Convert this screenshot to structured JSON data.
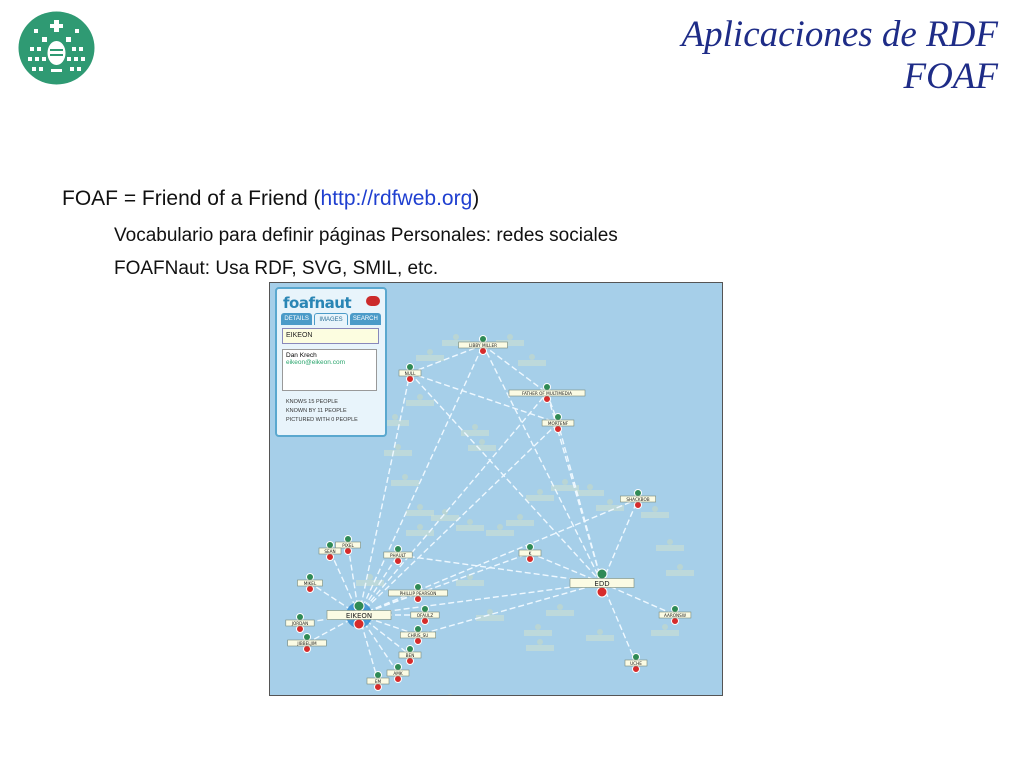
{
  "slide": {
    "title_line1": "Aplicaciones de RDF",
    "title_line2": "FOAF",
    "bullet_main_prefix": "FOAF = Friend of a Friend  (",
    "bullet_main_link": "http://rdfweb.org",
    "bullet_main_suffix": ")",
    "sub_bullets": [
      "Vocabulario para definir páginas Personales: redes sociales",
      "FOAFNaut: Usa RDF, SVG, SMIL, etc."
    ]
  },
  "foafnaut": {
    "brand": "foafnaut",
    "tabs": [
      "DETAILS",
      "IMAGES",
      "SEARCH"
    ],
    "search_value": "EIKEON",
    "person_name": "Dan Krech",
    "person_email": "eikeon@eikeon.com",
    "stats": [
      "KNOWS 15 PEOPLE",
      "KNOWN BY 11 PEOPLE",
      "PICTURED WITH 0 PEOPLE"
    ],
    "nodes": {
      "libby": "LIBBY MILLER",
      "null": "NULL",
      "father": "FATHER OF MULTIMEDIA",
      "mortenf": "MORTENF",
      "shackbr": "SHACKBOB",
      "pixel": "PIXEL",
      "sean": "SEAN",
      "phault": "PHAULT",
      "k": "K",
      "edd": "EDD",
      "mikel": "MIKEL",
      "phillip": "PHILLIP PEARSON",
      "ofaulz": "OFAULZ",
      "eikeon": "EIKEON",
      "jordan": "JORDAN",
      "jibbeljim": "JIBBELJIM",
      "chris": "CHRIS_SU",
      "aaron": "AARONSW",
      "ben": "BEN",
      "amk": "AMK",
      "em": "EM",
      "uche": "UCHE"
    }
  }
}
